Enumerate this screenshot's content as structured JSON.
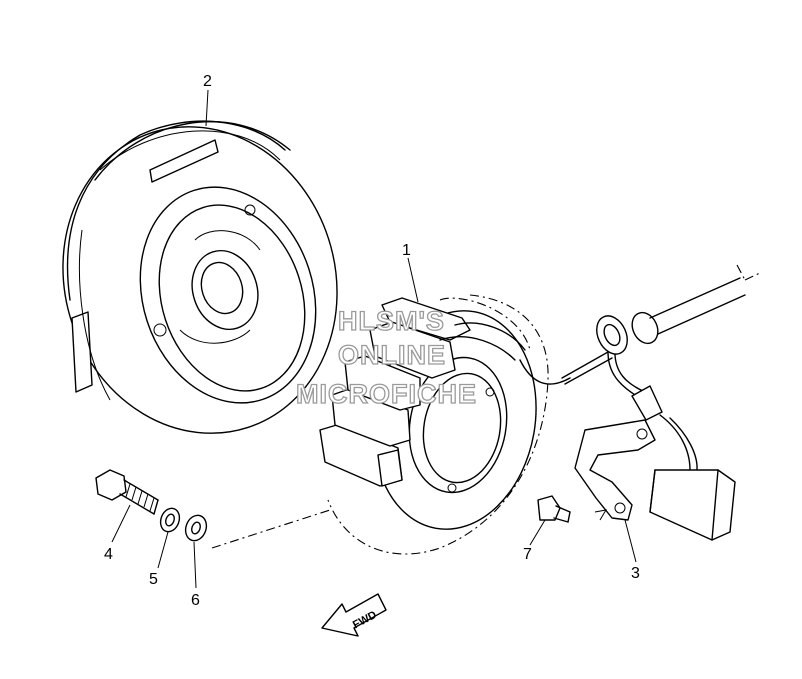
{
  "callouts": [
    {
      "id": "1",
      "label": "1"
    },
    {
      "id": "2",
      "label": "2"
    },
    {
      "id": "3",
      "label": "3"
    },
    {
      "id": "4",
      "label": "4"
    },
    {
      "id": "5",
      "label": "5"
    },
    {
      "id": "6",
      "label": "6"
    },
    {
      "id": "7",
      "label": "7"
    }
  ],
  "watermark": {
    "line1": "HLSM'S",
    "line2": "ONLINE",
    "line3": "MICROFICHE"
  },
  "direction_arrow": {
    "label": "FWD"
  }
}
